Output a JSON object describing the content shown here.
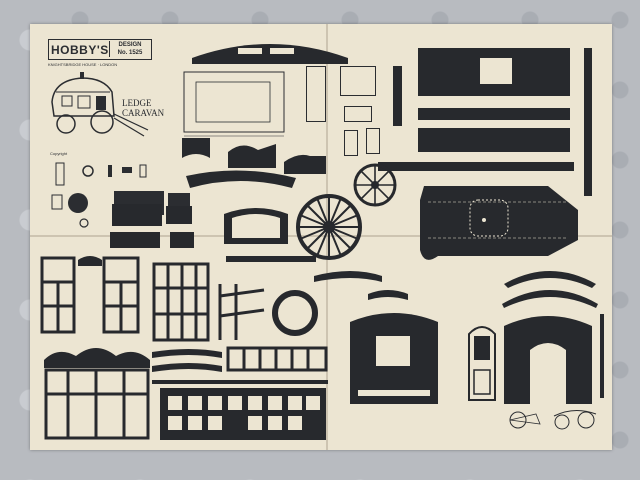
{
  "photo": {
    "brand": "HOBBY'S",
    "design_label": "DESIGN",
    "design_number": "No. 1525",
    "address": "KNIGHTSBRIDGE HOUSE · LONDON",
    "model_name_line1": "LEDGE",
    "model_name_line2": "CARAVAN",
    "copyright": "Copyright",
    "colors": {
      "paper": "#ece5d2",
      "ink": "#27292d",
      "fabric": "#b8bbc0"
    }
  }
}
